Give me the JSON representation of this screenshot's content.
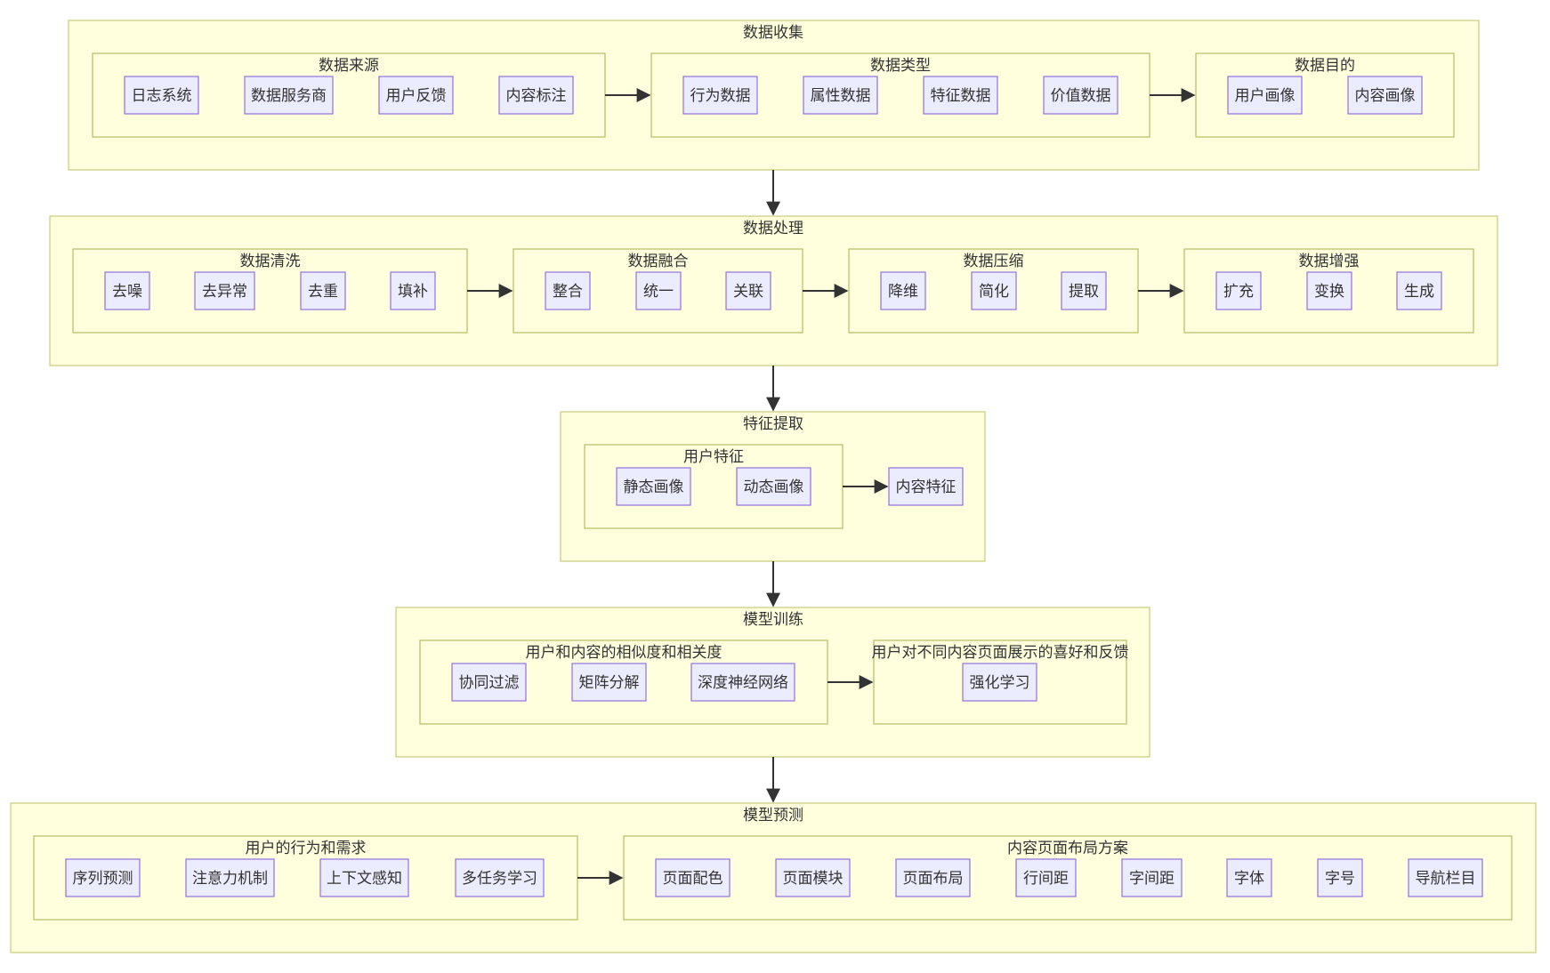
{
  "stages": {
    "s1": {
      "title": "数据收集",
      "g1": {
        "title": "数据来源",
        "nodes": [
          "日志系统",
          "数据服务商",
          "用户反馈",
          "内容标注"
        ]
      },
      "g2": {
        "title": "数据类型",
        "nodes": [
          "行为数据",
          "属性数据",
          "特征数据",
          "价值数据"
        ]
      },
      "g3": {
        "title": "数据目的",
        "nodes": [
          "用户画像",
          "内容画像"
        ]
      }
    },
    "s2": {
      "title": "数据处理",
      "g1": {
        "title": "数据清洗",
        "nodes": [
          "去噪",
          "去异常",
          "去重",
          "填补"
        ]
      },
      "g2": {
        "title": "数据融合",
        "nodes": [
          "整合",
          "统一",
          "关联"
        ]
      },
      "g3": {
        "title": "数据压缩",
        "nodes": [
          "降维",
          "简化",
          "提取"
        ]
      },
      "g4": {
        "title": "数据增强",
        "nodes": [
          "扩充",
          "变换",
          "生成"
        ]
      }
    },
    "s3": {
      "title": "特征提取",
      "g1": {
        "title": "用户特征",
        "nodes": [
          "静态画像",
          "动态画像"
        ]
      },
      "node": "内容特征"
    },
    "s4": {
      "title": "模型训练",
      "g1": {
        "title": "用户和内容的相似度和相关度",
        "nodes": [
          "协同过滤",
          "矩阵分解",
          "深度神经网络"
        ]
      },
      "g2": {
        "title": "用户对不同内容页面展示的喜好和反馈",
        "nodes": [
          "强化学习"
        ]
      }
    },
    "s5": {
      "title": "模型预测",
      "g1": {
        "title": "用户的行为和需求",
        "nodes": [
          "序列预测",
          "注意力机制",
          "上下文感知",
          "多任务学习"
        ]
      },
      "g2": {
        "title": "内容页面布局方案",
        "nodes": [
          "页面配色",
          "页面模块",
          "页面布局",
          "行间距",
          "字间距",
          "字体",
          "字号",
          "导航栏目"
        ]
      }
    }
  },
  "colors": {
    "stage_fill": "#ffffde",
    "stage_border": "#c9cc7a",
    "node_fill": "#ececff",
    "node_border": "#9370db",
    "edge": "#333333"
  }
}
